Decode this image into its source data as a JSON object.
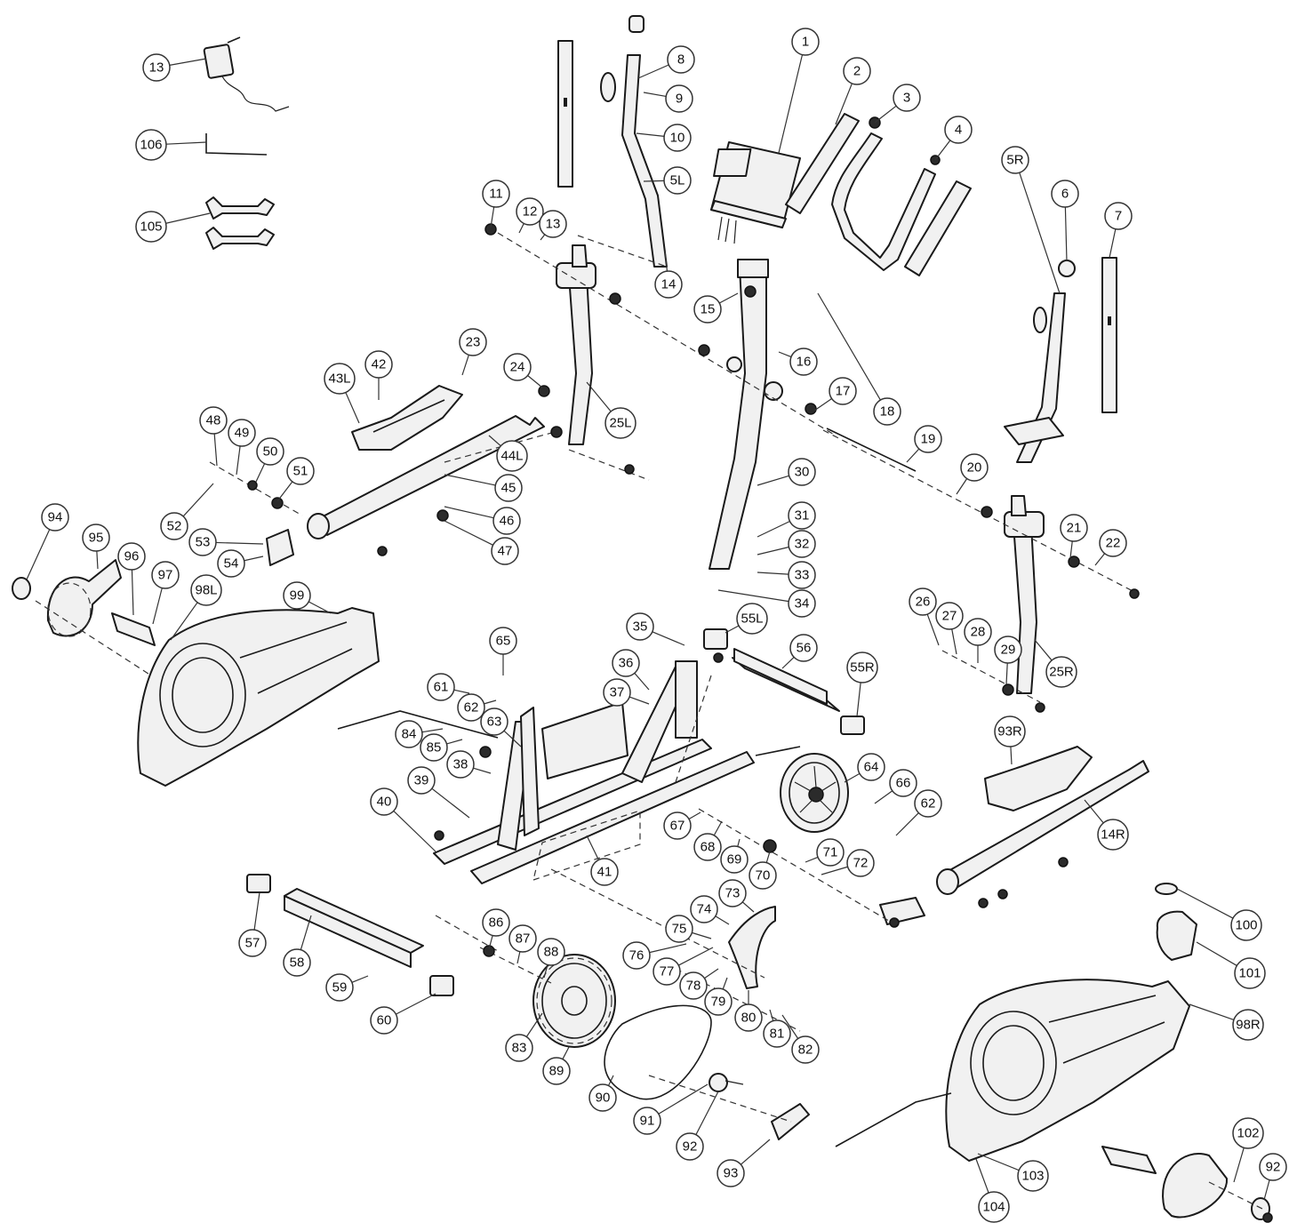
{
  "callouts": [
    {
      "id": "c13a",
      "label": "13"
    },
    {
      "id": "c106",
      "label": "106"
    },
    {
      "id": "c105",
      "label": "105"
    },
    {
      "id": "c1",
      "label": "1"
    },
    {
      "id": "c2",
      "label": "2"
    },
    {
      "id": "c3",
      "label": "3"
    },
    {
      "id": "c4",
      "label": "4"
    },
    {
      "id": "c5R",
      "label": "5R"
    },
    {
      "id": "c6",
      "label": "6"
    },
    {
      "id": "c7",
      "label": "7"
    },
    {
      "id": "c8",
      "label": "8"
    },
    {
      "id": "c9",
      "label": "9"
    },
    {
      "id": "c10",
      "label": "10"
    },
    {
      "id": "c5L",
      "label": "5L"
    },
    {
      "id": "c11",
      "label": "11"
    },
    {
      "id": "c12",
      "label": "12"
    },
    {
      "id": "c13b",
      "label": "13"
    },
    {
      "id": "c14",
      "label": "14"
    },
    {
      "id": "c15",
      "label": "15"
    },
    {
      "id": "c16",
      "label": "16"
    },
    {
      "id": "c17",
      "label": "17"
    },
    {
      "id": "c18",
      "label": "18"
    },
    {
      "id": "c19",
      "label": "19"
    },
    {
      "id": "c20",
      "label": "20"
    },
    {
      "id": "c21",
      "label": "21"
    },
    {
      "id": "c22",
      "label": "22"
    },
    {
      "id": "c23",
      "label": "23"
    },
    {
      "id": "c24",
      "label": "24"
    },
    {
      "id": "c25L",
      "label": "25L"
    },
    {
      "id": "c25R",
      "label": "25R"
    },
    {
      "id": "c26",
      "label": "26"
    },
    {
      "id": "c27",
      "label": "27"
    },
    {
      "id": "c28",
      "label": "28"
    },
    {
      "id": "c29",
      "label": "29"
    },
    {
      "id": "c30",
      "label": "30"
    },
    {
      "id": "c31",
      "label": "31"
    },
    {
      "id": "c32",
      "label": "32"
    },
    {
      "id": "c33",
      "label": "33"
    },
    {
      "id": "c34",
      "label": "34"
    },
    {
      "id": "c35",
      "label": "35"
    },
    {
      "id": "c36",
      "label": "36"
    },
    {
      "id": "c37",
      "label": "37"
    },
    {
      "id": "c38",
      "label": "38"
    },
    {
      "id": "c39",
      "label": "39"
    },
    {
      "id": "c40",
      "label": "40"
    },
    {
      "id": "c41",
      "label": "41"
    },
    {
      "id": "c42",
      "label": "42"
    },
    {
      "id": "c43L",
      "label": "43L"
    },
    {
      "id": "c44L",
      "label": "44L"
    },
    {
      "id": "c45",
      "label": "45"
    },
    {
      "id": "c46",
      "label": "46"
    },
    {
      "id": "c47",
      "label": "47"
    },
    {
      "id": "c48",
      "label": "48"
    },
    {
      "id": "c49",
      "label": "49"
    },
    {
      "id": "c50",
      "label": "50"
    },
    {
      "id": "c51",
      "label": "51"
    },
    {
      "id": "c52",
      "label": "52"
    },
    {
      "id": "c53",
      "label": "53"
    },
    {
      "id": "c54",
      "label": "54"
    },
    {
      "id": "c55L",
      "label": "55L"
    },
    {
      "id": "c55R",
      "label": "55R"
    },
    {
      "id": "c56",
      "label": "56"
    },
    {
      "id": "c57",
      "label": "57"
    },
    {
      "id": "c58",
      "label": "58"
    },
    {
      "id": "c59",
      "label": "59"
    },
    {
      "id": "c60",
      "label": "60"
    },
    {
      "id": "c61",
      "label": "61"
    },
    {
      "id": "c62a",
      "label": "62"
    },
    {
      "id": "c62b",
      "label": "62"
    },
    {
      "id": "c63",
      "label": "63"
    },
    {
      "id": "c64",
      "label": "64"
    },
    {
      "id": "c65",
      "label": "65"
    },
    {
      "id": "c66",
      "label": "66"
    },
    {
      "id": "c67",
      "label": "67"
    },
    {
      "id": "c68",
      "label": "68"
    },
    {
      "id": "c69",
      "label": "69"
    },
    {
      "id": "c70",
      "label": "70"
    },
    {
      "id": "c71",
      "label": "71"
    },
    {
      "id": "c72",
      "label": "72"
    },
    {
      "id": "c73",
      "label": "73"
    },
    {
      "id": "c74",
      "label": "74"
    },
    {
      "id": "c75",
      "label": "75"
    },
    {
      "id": "c76",
      "label": "76"
    },
    {
      "id": "c77",
      "label": "77"
    },
    {
      "id": "c78",
      "label": "78"
    },
    {
      "id": "c79",
      "label": "79"
    },
    {
      "id": "c80",
      "label": "80"
    },
    {
      "id": "c81",
      "label": "81"
    },
    {
      "id": "c82",
      "label": "82"
    },
    {
      "id": "c83",
      "label": "83"
    },
    {
      "id": "c84",
      "label": "84"
    },
    {
      "id": "c85",
      "label": "85"
    },
    {
      "id": "c86",
      "label": "86"
    },
    {
      "id": "c87",
      "label": "87"
    },
    {
      "id": "c88",
      "label": "88"
    },
    {
      "id": "c89",
      "label": "89"
    },
    {
      "id": "c90",
      "label": "90"
    },
    {
      "id": "c91",
      "label": "91"
    },
    {
      "id": "c92a",
      "label": "92"
    },
    {
      "id": "c92b",
      "label": "92"
    },
    {
      "id": "c93",
      "label": "93"
    },
    {
      "id": "c93R",
      "label": "93R"
    },
    {
      "id": "c94",
      "label": "94"
    },
    {
      "id": "c95",
      "label": "95"
    },
    {
      "id": "c96",
      "label": "96"
    },
    {
      "id": "c97",
      "label": "97"
    },
    {
      "id": "c98L",
      "label": "98L"
    },
    {
      "id": "c98R",
      "label": "98R"
    },
    {
      "id": "c99",
      "label": "99"
    },
    {
      "id": "c100",
      "label": "100"
    },
    {
      "id": "c101",
      "label": "101"
    },
    {
      "id": "c102",
      "label": "102"
    },
    {
      "id": "c103",
      "label": "103"
    },
    {
      "id": "c104",
      "label": "104"
    },
    {
      "id": "c14R",
      "label": "14R"
    }
  ]
}
